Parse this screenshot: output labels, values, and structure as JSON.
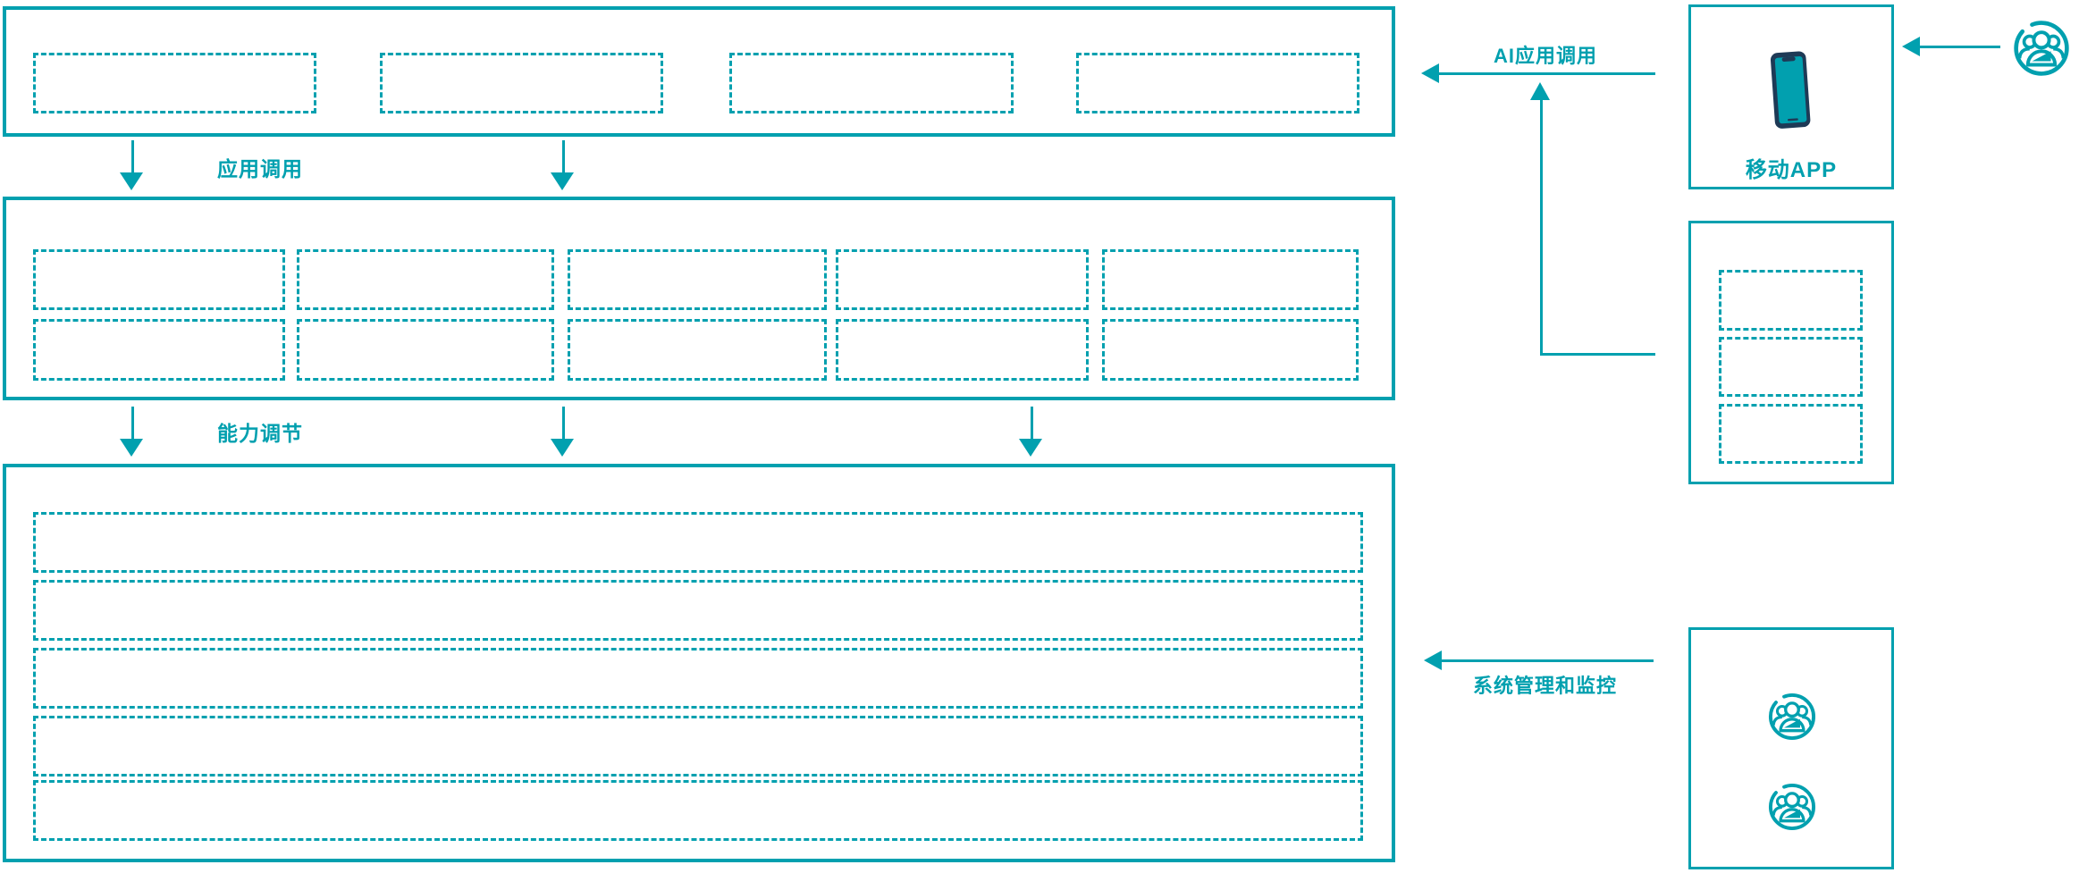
{
  "diagram": {
    "background": "#ffffff",
    "accent_color": "#01a0af",
    "phone_body_color": "#1e3a56",
    "labels": {
      "app_call": "应用调用",
      "capability_adjust": "能力调节",
      "ai_app_call": "AI应用调用",
      "system_monitor": "系统管理和监控",
      "mobile_app": "移动APP"
    },
    "structure": {
      "top_layer_slots": 4,
      "middle_layer_rows": 2,
      "middle_layer_cols": 5,
      "bottom_layer_rows": 5,
      "right_panel_slots": 3,
      "admin_icons": 2
    },
    "icons": {
      "mobile": "smartphone-icon",
      "user": "user-group-icon",
      "admin": "user-group-icon"
    }
  }
}
